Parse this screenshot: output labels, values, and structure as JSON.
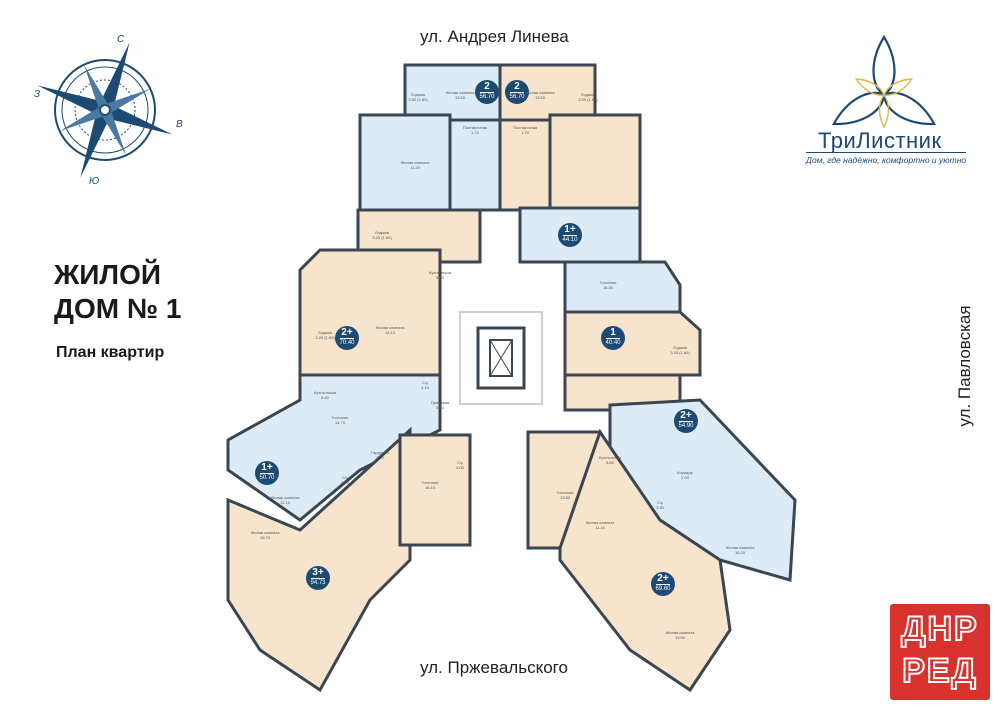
{
  "streets": {
    "top": "ул. Андрея Линева",
    "bottom": "ул. Пржевальского",
    "right": "ул. Павловская"
  },
  "title": {
    "line1": "ЖИЛОЙ",
    "line2": "ДОМ № 1",
    "subtitle": "План квартир"
  },
  "compass": {
    "north": "С",
    "east": "В",
    "south": "Ю",
    "west": "З"
  },
  "logo": {
    "name": "ТриЛистник",
    "tagline": "Дом, где надёжно, комфортно и уютно"
  },
  "watermark": {
    "line1": "ДНР",
    "line2": "РЕД"
  },
  "colors": {
    "blue_apartment": "#dcebf5",
    "beige_apartment": "#f6e4cd",
    "wall": "#3b4650",
    "badge": "#1d4a73"
  },
  "apartments": [
    {
      "rooms": "2",
      "area": "56.70"
    },
    {
      "rooms": "2",
      "area": "56.70"
    },
    {
      "rooms": "1+",
      "area": "44.10"
    },
    {
      "rooms": "2+",
      "area": "70.40"
    },
    {
      "rooms": "1",
      "area": "40.40"
    },
    {
      "rooms": "2+",
      "area": "54.90"
    },
    {
      "rooms": "1+",
      "area": "50.70"
    },
    {
      "rooms": "3+",
      "area": "94.73"
    },
    {
      "rooms": "2+",
      "area": "69.60"
    }
  ],
  "room_labels": [
    {
      "name": "Жилая комната",
      "area": "13.60"
    },
    {
      "name": "Жилая комната",
      "area": "13.60"
    },
    {
      "name": "Лоджия",
      "area": "3.50 (1.80)"
    },
    {
      "name": "Лоджия",
      "area": "3.50 (1.80)"
    },
    {
      "name": "Постирочная",
      "area": "1.70"
    },
    {
      "name": "Постирочная",
      "area": "1.70"
    },
    {
      "name": "Жилая комната",
      "area": "11.20"
    },
    {
      "name": "Лоджия",
      "area": "3.20 (1.60)"
    },
    {
      "name": "Кухня-ниша",
      "area": "5.80"
    },
    {
      "name": "Гостиная",
      "area": "18.50"
    },
    {
      "name": "Жилая комната",
      "area": "15.10"
    },
    {
      "name": "Лоджия",
      "area": "3.20 (1.60)"
    },
    {
      "name": "С/у",
      "area": "4.10"
    },
    {
      "name": "Лоджия",
      "area": "3.20 (1.60)"
    },
    {
      "name": "Кухня-ниша",
      "area": "6.40"
    },
    {
      "name": "С/у",
      "area": "4.00"
    },
    {
      "name": "Прихожая",
      "area": "5.00"
    },
    {
      "name": "Гостиная",
      "area": "14.70"
    },
    {
      "name": "Жилая комната",
      "area": "12.10"
    },
    {
      "name": "Гардероб",
      "area": "2.10"
    },
    {
      "name": "С/у",
      "area": "4.90"
    },
    {
      "name": "Гостиная",
      "area": "16.10"
    },
    {
      "name": "Жилая комната",
      "area": "16.70"
    },
    {
      "name": "Гостиная",
      "area": "13.80"
    },
    {
      "name": "Жилая комната",
      "area": "11.10"
    },
    {
      "name": "Кухня-ниша",
      "area": "5.80"
    },
    {
      "name": "Жилая комната",
      "area": "19.20"
    },
    {
      "name": "Коридор",
      "area": "2.90"
    },
    {
      "name": "С/у",
      "area": "3.90"
    },
    {
      "name": "Жилая комната",
      "area": "15.60"
    }
  ]
}
